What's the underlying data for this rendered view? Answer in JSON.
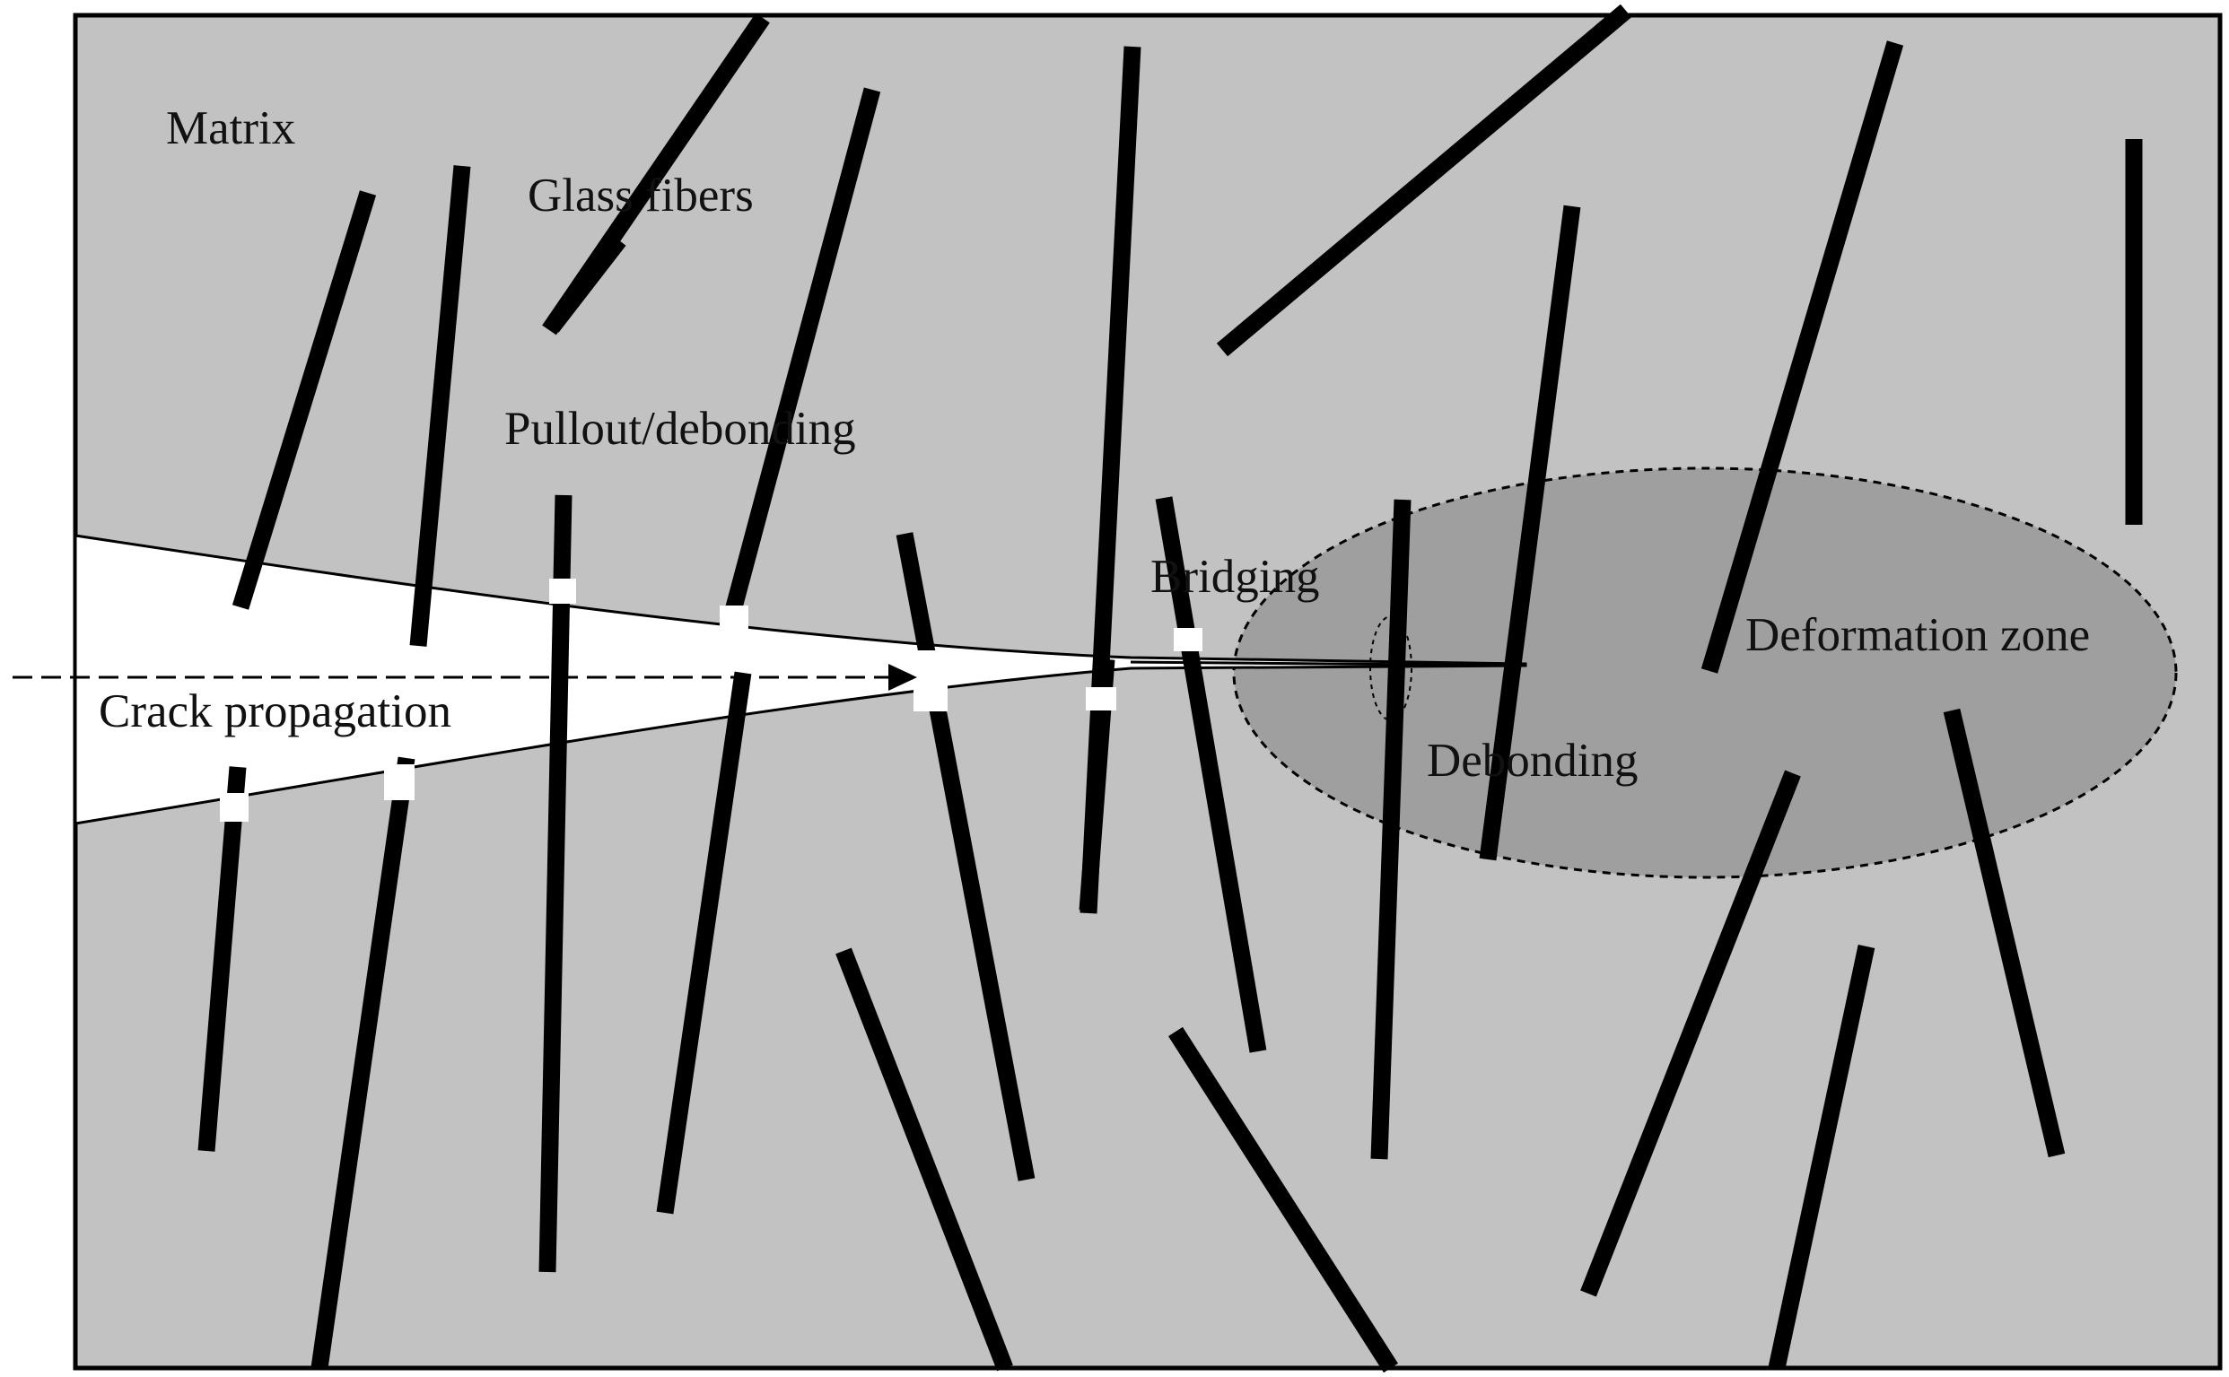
{
  "labels": {
    "matrix": "Matrix",
    "glass_fibers": "Glass fibers",
    "pullout_debonding": "Pullout/debonding",
    "bridging": "Bridging",
    "crack_propagation": "Crack propagation",
    "deformation_zone": "Deformation zone",
    "debonding": "Debonding"
  },
  "colors": {
    "matrix": "#c2c2c2",
    "deformation_zone": "#9f9f9f",
    "fiber": "#000000",
    "crack": "#ffffff"
  }
}
